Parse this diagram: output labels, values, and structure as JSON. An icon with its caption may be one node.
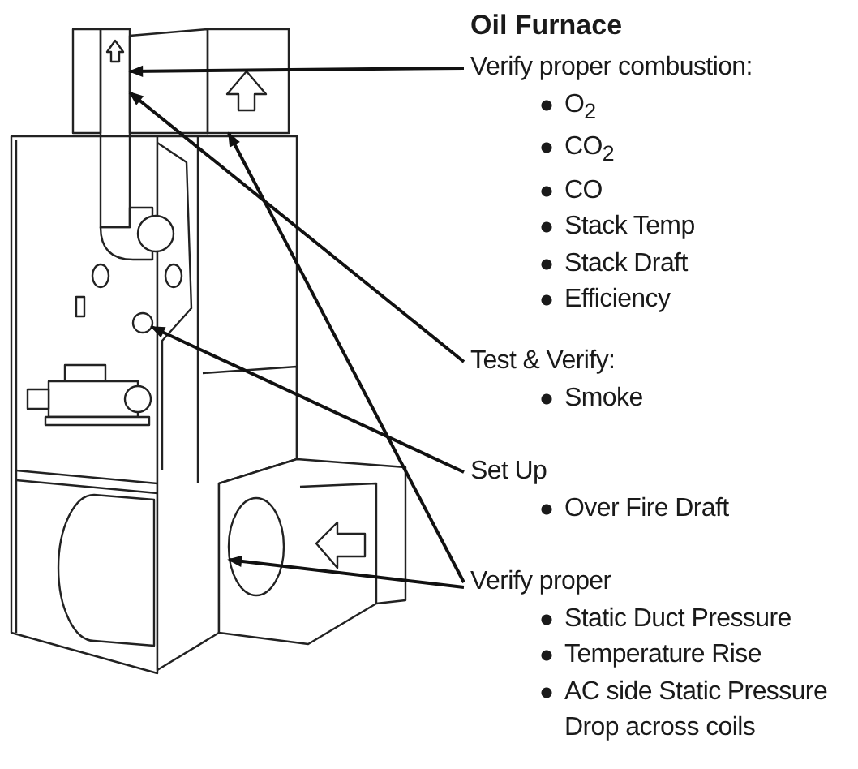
{
  "diagram": {
    "title": "Oil Furnace",
    "nodes": [
      {
        "text": [
          "Verify proper combustion:",
          "O$_{2}$",
          "CO$_{2}$",
          "CO",
          "Stack Temp",
          "Stack Draft",
          "Efficiency"
        ]
      },
      {
        "text": [
          "Test & Verify:",
          "Smoke"
        ]
      },
      {
        "text": [
          "Set Up",
          "Over Fire Draft"
        ]
      },
      {
        "text": [
          "Verify proper",
          "Static Duct Pressure",
          "Temperature Rise",
          "AC side Static Pressure Drop across coils"
        ]
      },
      {
        "text": [],
        "shape": "cylinder"
      },
      {
        "text": [],
        "shape": "circle"
      },
      {
        "text": [],
        "shape": "box"
      },
      {
        "text": [],
        "shape": "circle"
      }
    ],
    "edges": [
      {
        "from": 0,
        "to": 4,
        "arrow": "to"
      },
      {
        "from": 1,
        "to": 4,
        "arrow": "to"
      },
      {
        "from": 2,
        "to": 5,
        "arrow": "to"
      },
      {
        "from": 3,
        "to": 6,
        "arrow": "to"
      },
      {
        "from": 3,
        "to": 7,
        "arrow": "to"
      }
    ]
  }
}
